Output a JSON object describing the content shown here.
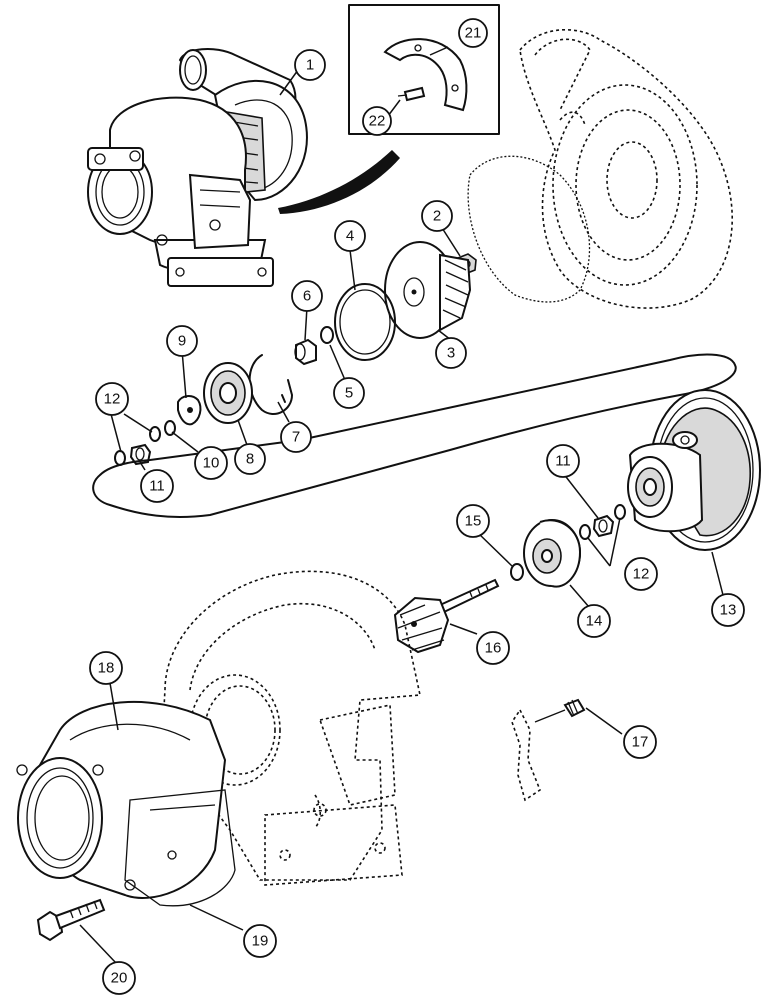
{
  "callouts": [
    {
      "id": "c1",
      "text": "1"
    },
    {
      "id": "c2",
      "text": "2"
    },
    {
      "id": "c3",
      "text": "3"
    },
    {
      "id": "c4",
      "text": "4"
    },
    {
      "id": "c5",
      "text": "5"
    },
    {
      "id": "c6",
      "text": "6"
    },
    {
      "id": "c7",
      "text": "7"
    },
    {
      "id": "c8",
      "text": "8"
    },
    {
      "id": "c9",
      "text": "9"
    },
    {
      "id": "c10",
      "text": "10"
    },
    {
      "id": "c11a",
      "text": "11"
    },
    {
      "id": "c11b",
      "text": "11"
    },
    {
      "id": "c12a",
      "text": "12"
    },
    {
      "id": "c12b",
      "text": "12"
    },
    {
      "id": "c13",
      "text": "13"
    },
    {
      "id": "c14",
      "text": "14"
    },
    {
      "id": "c15",
      "text": "15"
    },
    {
      "id": "c16",
      "text": "16"
    },
    {
      "id": "c17",
      "text": "17"
    },
    {
      "id": "c18",
      "text": "18"
    },
    {
      "id": "c19",
      "text": "19"
    },
    {
      "id": "c20",
      "text": "20"
    },
    {
      "id": "c21",
      "text": "21"
    },
    {
      "id": "c22",
      "text": "22"
    }
  ]
}
